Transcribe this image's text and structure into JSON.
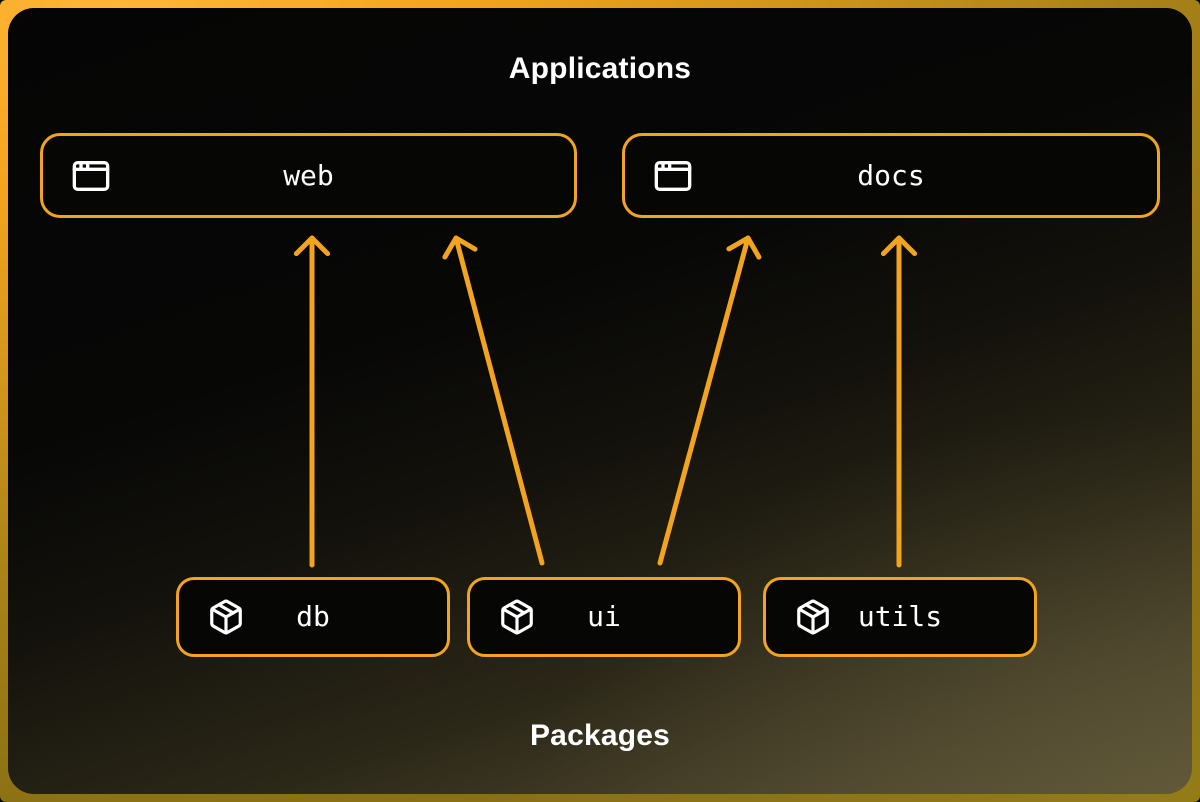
{
  "groups": {
    "top": {
      "label": "Applications"
    },
    "bottom": {
      "label": "Packages"
    }
  },
  "applications": [
    {
      "id": "web",
      "label": "web",
      "icon": "app-window-icon"
    },
    {
      "id": "docs",
      "label": "docs",
      "icon": "app-window-icon"
    }
  ],
  "packages": [
    {
      "id": "db",
      "label": "db",
      "icon": "package-icon"
    },
    {
      "id": "ui",
      "label": "ui",
      "icon": "package-icon"
    },
    {
      "id": "utils",
      "label": "utils",
      "icon": "package-icon"
    }
  ],
  "edges": [
    {
      "from": "db",
      "to": "web"
    },
    {
      "from": "ui",
      "to": "web"
    },
    {
      "from": "ui",
      "to": "docs"
    },
    {
      "from": "utils",
      "to": "docs"
    }
  ],
  "colors": {
    "accent": "#F2A41F",
    "arrow": "#F2A41F",
    "node_background": "#060605",
    "panel_dark": "#030303",
    "panel_light": "#5C5434",
    "frame_bright": "#FFB637",
    "frame_dark": "#8A7013",
    "text": "#FFFFFF"
  }
}
